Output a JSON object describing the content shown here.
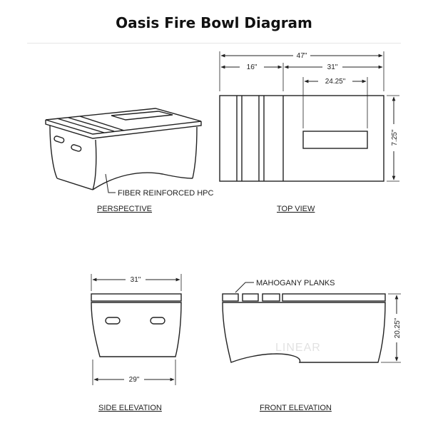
{
  "title": "Oasis Fire Bowl Diagram",
  "views": {
    "perspective": "PERSPECTIVE",
    "top": "TOP VIEW",
    "side": "SIDE ELEVATION",
    "front": "FRONT ELEVATION"
  },
  "callouts": {
    "material": "FIBER REINFORCED HPC",
    "planks": "MAHOGANY PLANKS"
  },
  "dimensions": {
    "top_overall": "47\"",
    "top_left": "16\"",
    "top_right": "31\"",
    "top_burner": "24.25\"",
    "top_depth": "7.25\"",
    "side_top": "31\"",
    "side_bottom": "29\"",
    "front_height": "20.25\""
  },
  "watermark": "LINEAR"
}
